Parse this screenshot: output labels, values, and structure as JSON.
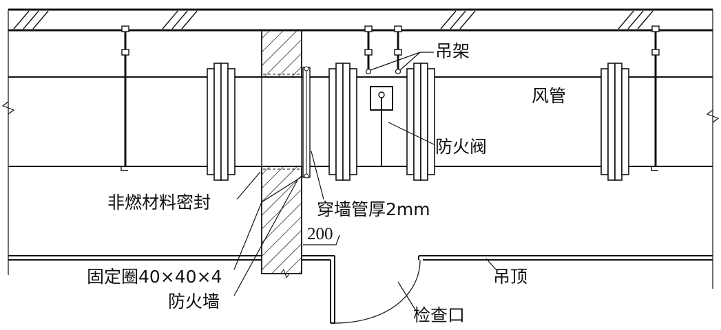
{
  "labels": {
    "hanger": "吊架",
    "duct": "风管",
    "fire_damper": "防火阀",
    "non_combustible_seal": "非燃材料密封",
    "wall_sleeve": "穿墙管厚2mm",
    "dimension_200": "200",
    "fixing_ring": "固定圈40×40×4",
    "ceiling": "吊顶",
    "fire_wall": "防火墙",
    "inspection_opening": "检查口"
  }
}
